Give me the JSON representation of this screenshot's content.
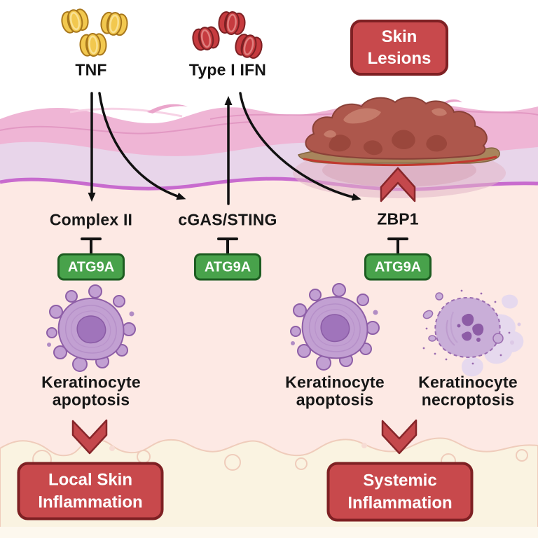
{
  "figure": {
    "type": "signaling-pathway-diagram",
    "subject": "ATG9A restrains TNF- and Type I IFN-driven keratinocyte death and skin inflammation"
  },
  "nodes": {
    "tnf": "TNF",
    "type_i_ifn": "Type I IFN",
    "skin_lesions": "Skin\nLesions",
    "complex_ii": "Complex II",
    "cgas_sting": "cGAS/STING",
    "zbp1": "ZBP1",
    "atg9a": "ATG9A",
    "keratinocyte_apoptosis": "Keratinocyte\napoptosis",
    "keratinocyte_necroptosis": "Keratinocyte\nnecroptosis",
    "local_skin_inflammation": "Local Skin\nInflammation",
    "systemic_inflammation": "Systemic\nInflammation"
  },
  "relationships": [
    {
      "from": "TNF",
      "to": "Complex II",
      "type": "activation-arrow"
    },
    {
      "from": "TNF",
      "to": "cGAS/STING",
      "type": "activation-arrow"
    },
    {
      "from": "cGAS/STING",
      "to": "Type I IFN",
      "type": "activation-arrow"
    },
    {
      "from": "Type I IFN",
      "to": "ZBP1",
      "type": "activation-arrow"
    },
    {
      "from": "ATG9A",
      "to": "Complex II",
      "type": "inhibition-bar"
    },
    {
      "from": "ATG9A",
      "to": "cGAS/STING",
      "type": "inhibition-bar"
    },
    {
      "from": "ATG9A",
      "to": "ZBP1",
      "type": "inhibition-bar"
    },
    {
      "from": "Keratinocyte apoptosis",
      "to": "Local Skin Inflammation",
      "type": "red-chevron-down"
    },
    {
      "from": "Keratinocyte apoptosis / necroptosis",
      "to": "Systemic Inflammation",
      "type": "red-chevron-down"
    },
    {
      "from": "ZBP1 pathway",
      "to": "Skin Lesions",
      "type": "red-chevron-up"
    }
  ],
  "colors": {
    "badge_red_fill": "#c8494c",
    "badge_red_border": "#7e2023",
    "atg9a_green_fill": "#48a24b",
    "atg9a_green_border": "#1d5c21",
    "tnf_molecule_yellow": "#f2c84f",
    "ifn_molecule_red": "#c63b3f",
    "arrow_black": "#111111",
    "chevron_red": "#c4484c",
    "epidermis_pink": "#efb5d5",
    "basal_layer_purple": "#e8d5ea",
    "basement_membrane_magenta": "#c35ecb",
    "dermis_pink": "#fde9e4",
    "hypodermis_cream": "#faf3e1",
    "keratinocyte_purple": "#c2a0d2",
    "lesion_brown_red": "#ad574c"
  }
}
